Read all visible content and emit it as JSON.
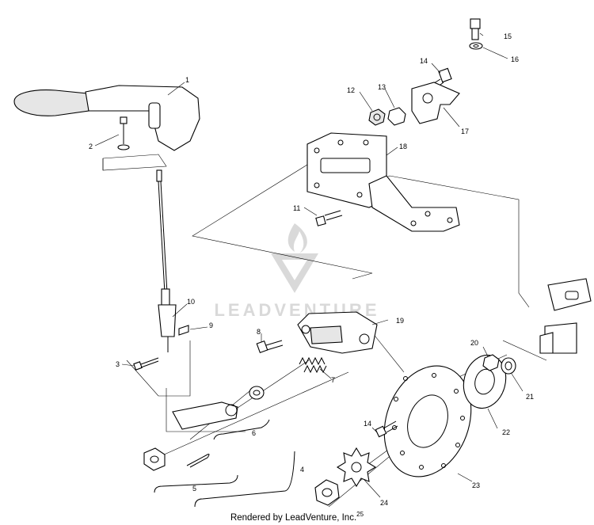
{
  "watermark": "LEADVENTURE",
  "footer": {
    "rendered_by": "Rendered by LeadVenture, Inc.",
    "page_number": "25"
  },
  "callouts": {
    "p1": "1",
    "p2": "2",
    "p3": "3",
    "p4": "4",
    "p5": "5",
    "p6": "6",
    "p7": "7",
    "p8": "8",
    "p9": "9",
    "p10": "10",
    "p11": "11",
    "p12": "12",
    "p13": "13",
    "p14a": "14",
    "p14b": "14",
    "p15": "15",
    "p16": "16",
    "p17": "17",
    "p18": "18",
    "p19": "19",
    "p20": "20",
    "p21": "21",
    "p22": "22",
    "p23": "23",
    "p24": "24"
  }
}
